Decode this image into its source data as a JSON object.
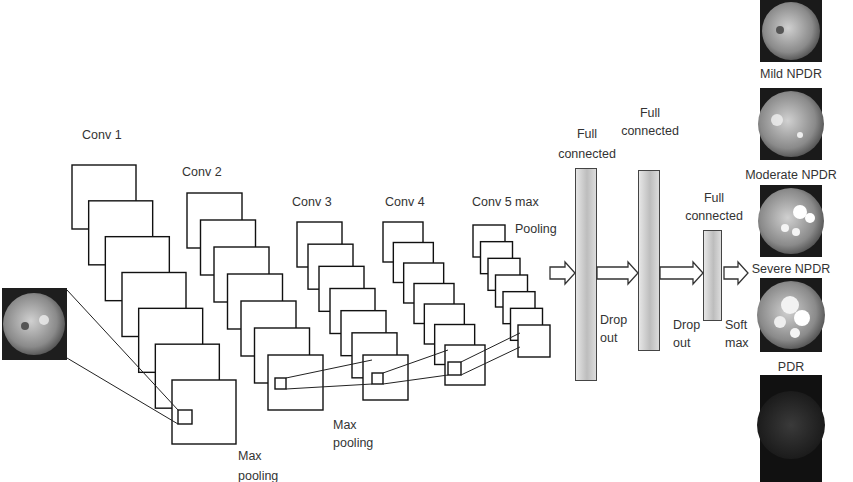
{
  "diagram": {
    "nodes": [
      {
        "text": [
          "Conv 1"
        ]
      },
      {
        "text": [
          "Conv 2"
        ]
      },
      {
        "text": [
          "Conv 3"
        ]
      },
      {
        "text": [
          "Conv 4"
        ]
      },
      {
        "text": [
          "Conv 5 max"
        ]
      },
      {
        "text": [
          "Full connected"
        ]
      },
      {
        "text": [
          "Full connected"
        ]
      },
      {
        "text": [
          "Full connected"
        ]
      }
    ],
    "edges": [
      {
        "from": 4,
        "to": 5,
        "arrow": "to"
      },
      {
        "from": 5,
        "to": 6,
        "arrow": "to"
      },
      {
        "from": 6,
        "to": 7,
        "arrow": "to"
      }
    ],
    "labels": [
      "Pooling",
      "Max pooling",
      "Max pooling",
      "Drop out",
      "Drop out",
      "Soft max",
      "Mild NPDR",
      "Moderate NPDR",
      "Severe NPDR",
      "PDR"
    ]
  }
}
